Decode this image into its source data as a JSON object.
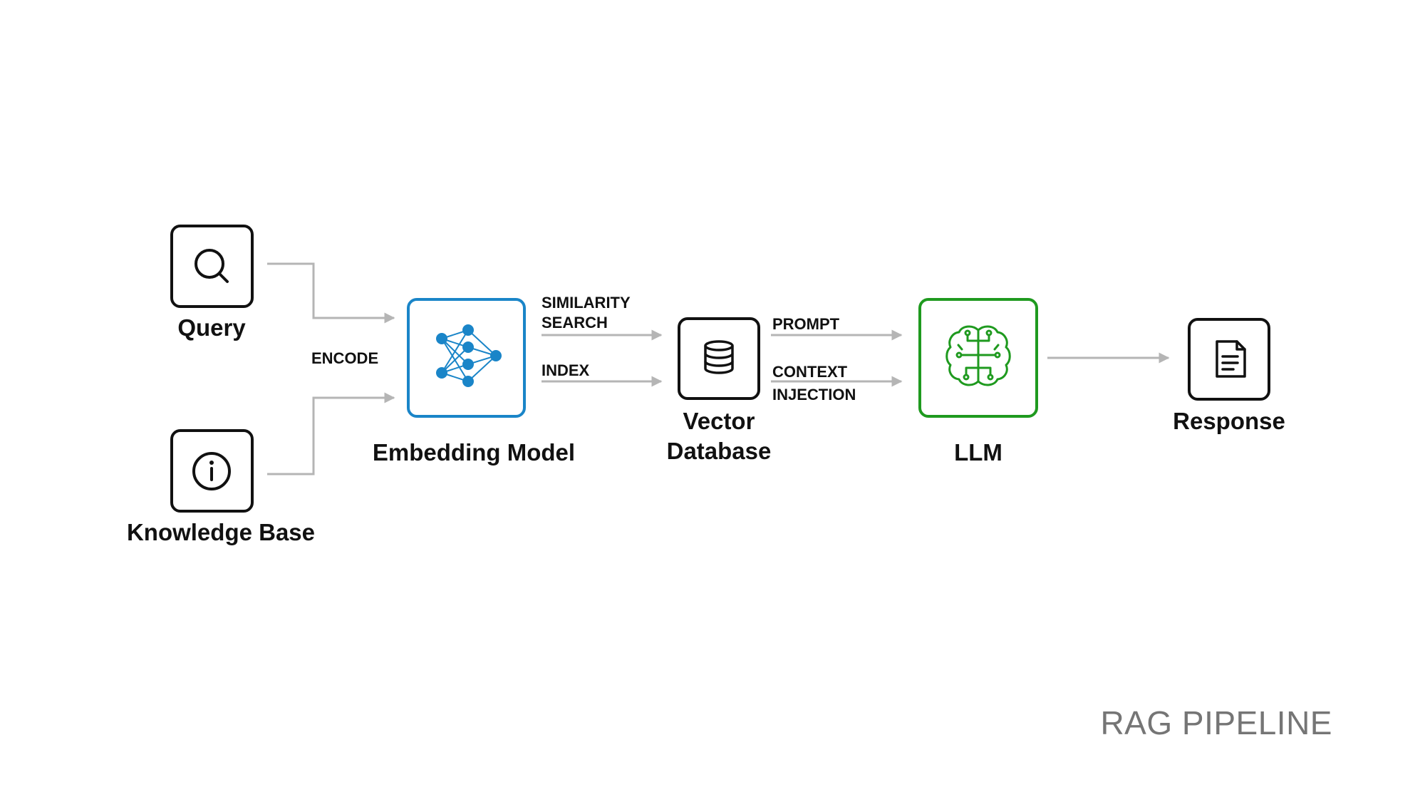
{
  "colors": {
    "node_border": "#111111",
    "embedding_accent": "#1a85c8",
    "llm_accent": "#1f9a1f",
    "connector": "#b5b5b5",
    "footer_text": "#757575"
  },
  "nodes": {
    "query": {
      "label": "Query",
      "icon": "search-icon"
    },
    "knowledge_base": {
      "label": "Knowledge Base",
      "icon": "info-icon"
    },
    "embedding_model": {
      "label": "Embedding Model",
      "icon": "neural-network-icon"
    },
    "vector_database": {
      "label_line1": "Vector",
      "label_line2": "Database",
      "icon": "database-icon"
    },
    "llm": {
      "label": "LLM",
      "icon": "brain-circuit-icon"
    },
    "response": {
      "label": "Response",
      "icon": "document-icon"
    }
  },
  "edges": {
    "encode": "ENCODE",
    "similarity_search_line1": "SIMILARITY",
    "similarity_search_line2": "SEARCH",
    "index": "INDEX",
    "prompt": "PROMPT",
    "context_injection_line1": "CONTEXT",
    "context_injection_line2": "INJECTION"
  },
  "footer": {
    "title": "RAG PIPELINE"
  }
}
